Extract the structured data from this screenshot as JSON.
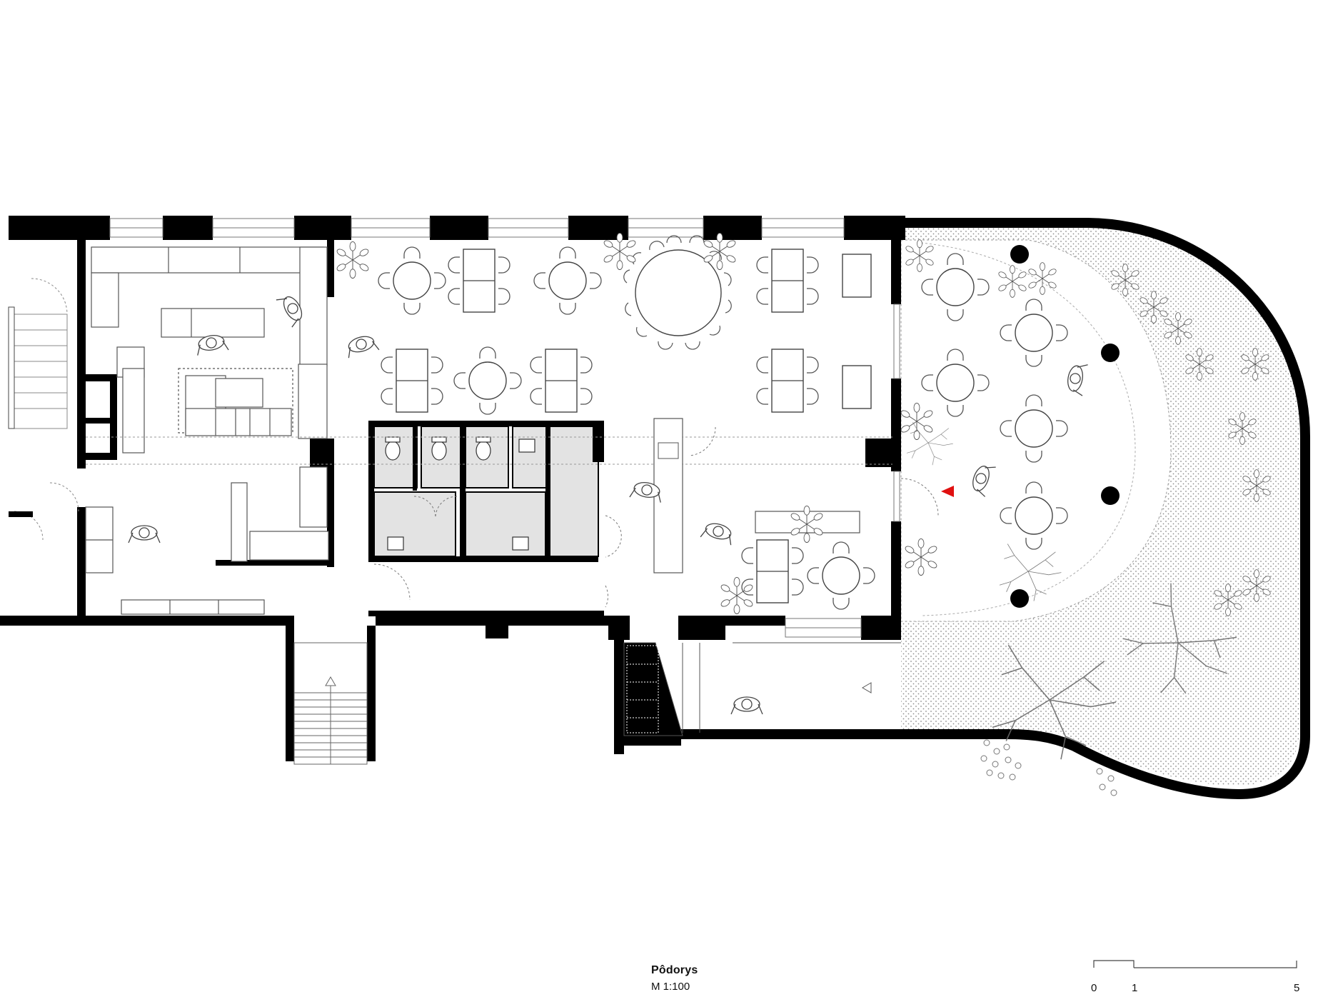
{
  "drawing": {
    "title": "Pôdorys",
    "scale": "M 1:100"
  },
  "scale_bar": {
    "labels": [
      "0",
      "1",
      "5"
    ]
  },
  "colors": {
    "wall": "#000000",
    "wet_room_fill": "#e3e3e3",
    "terrace_hatch": "#9a9a9a",
    "entrance_marker": "#e01010"
  },
  "symbols": {
    "entrance_marker": "red-triangle",
    "stair_direction": "arrow"
  }
}
